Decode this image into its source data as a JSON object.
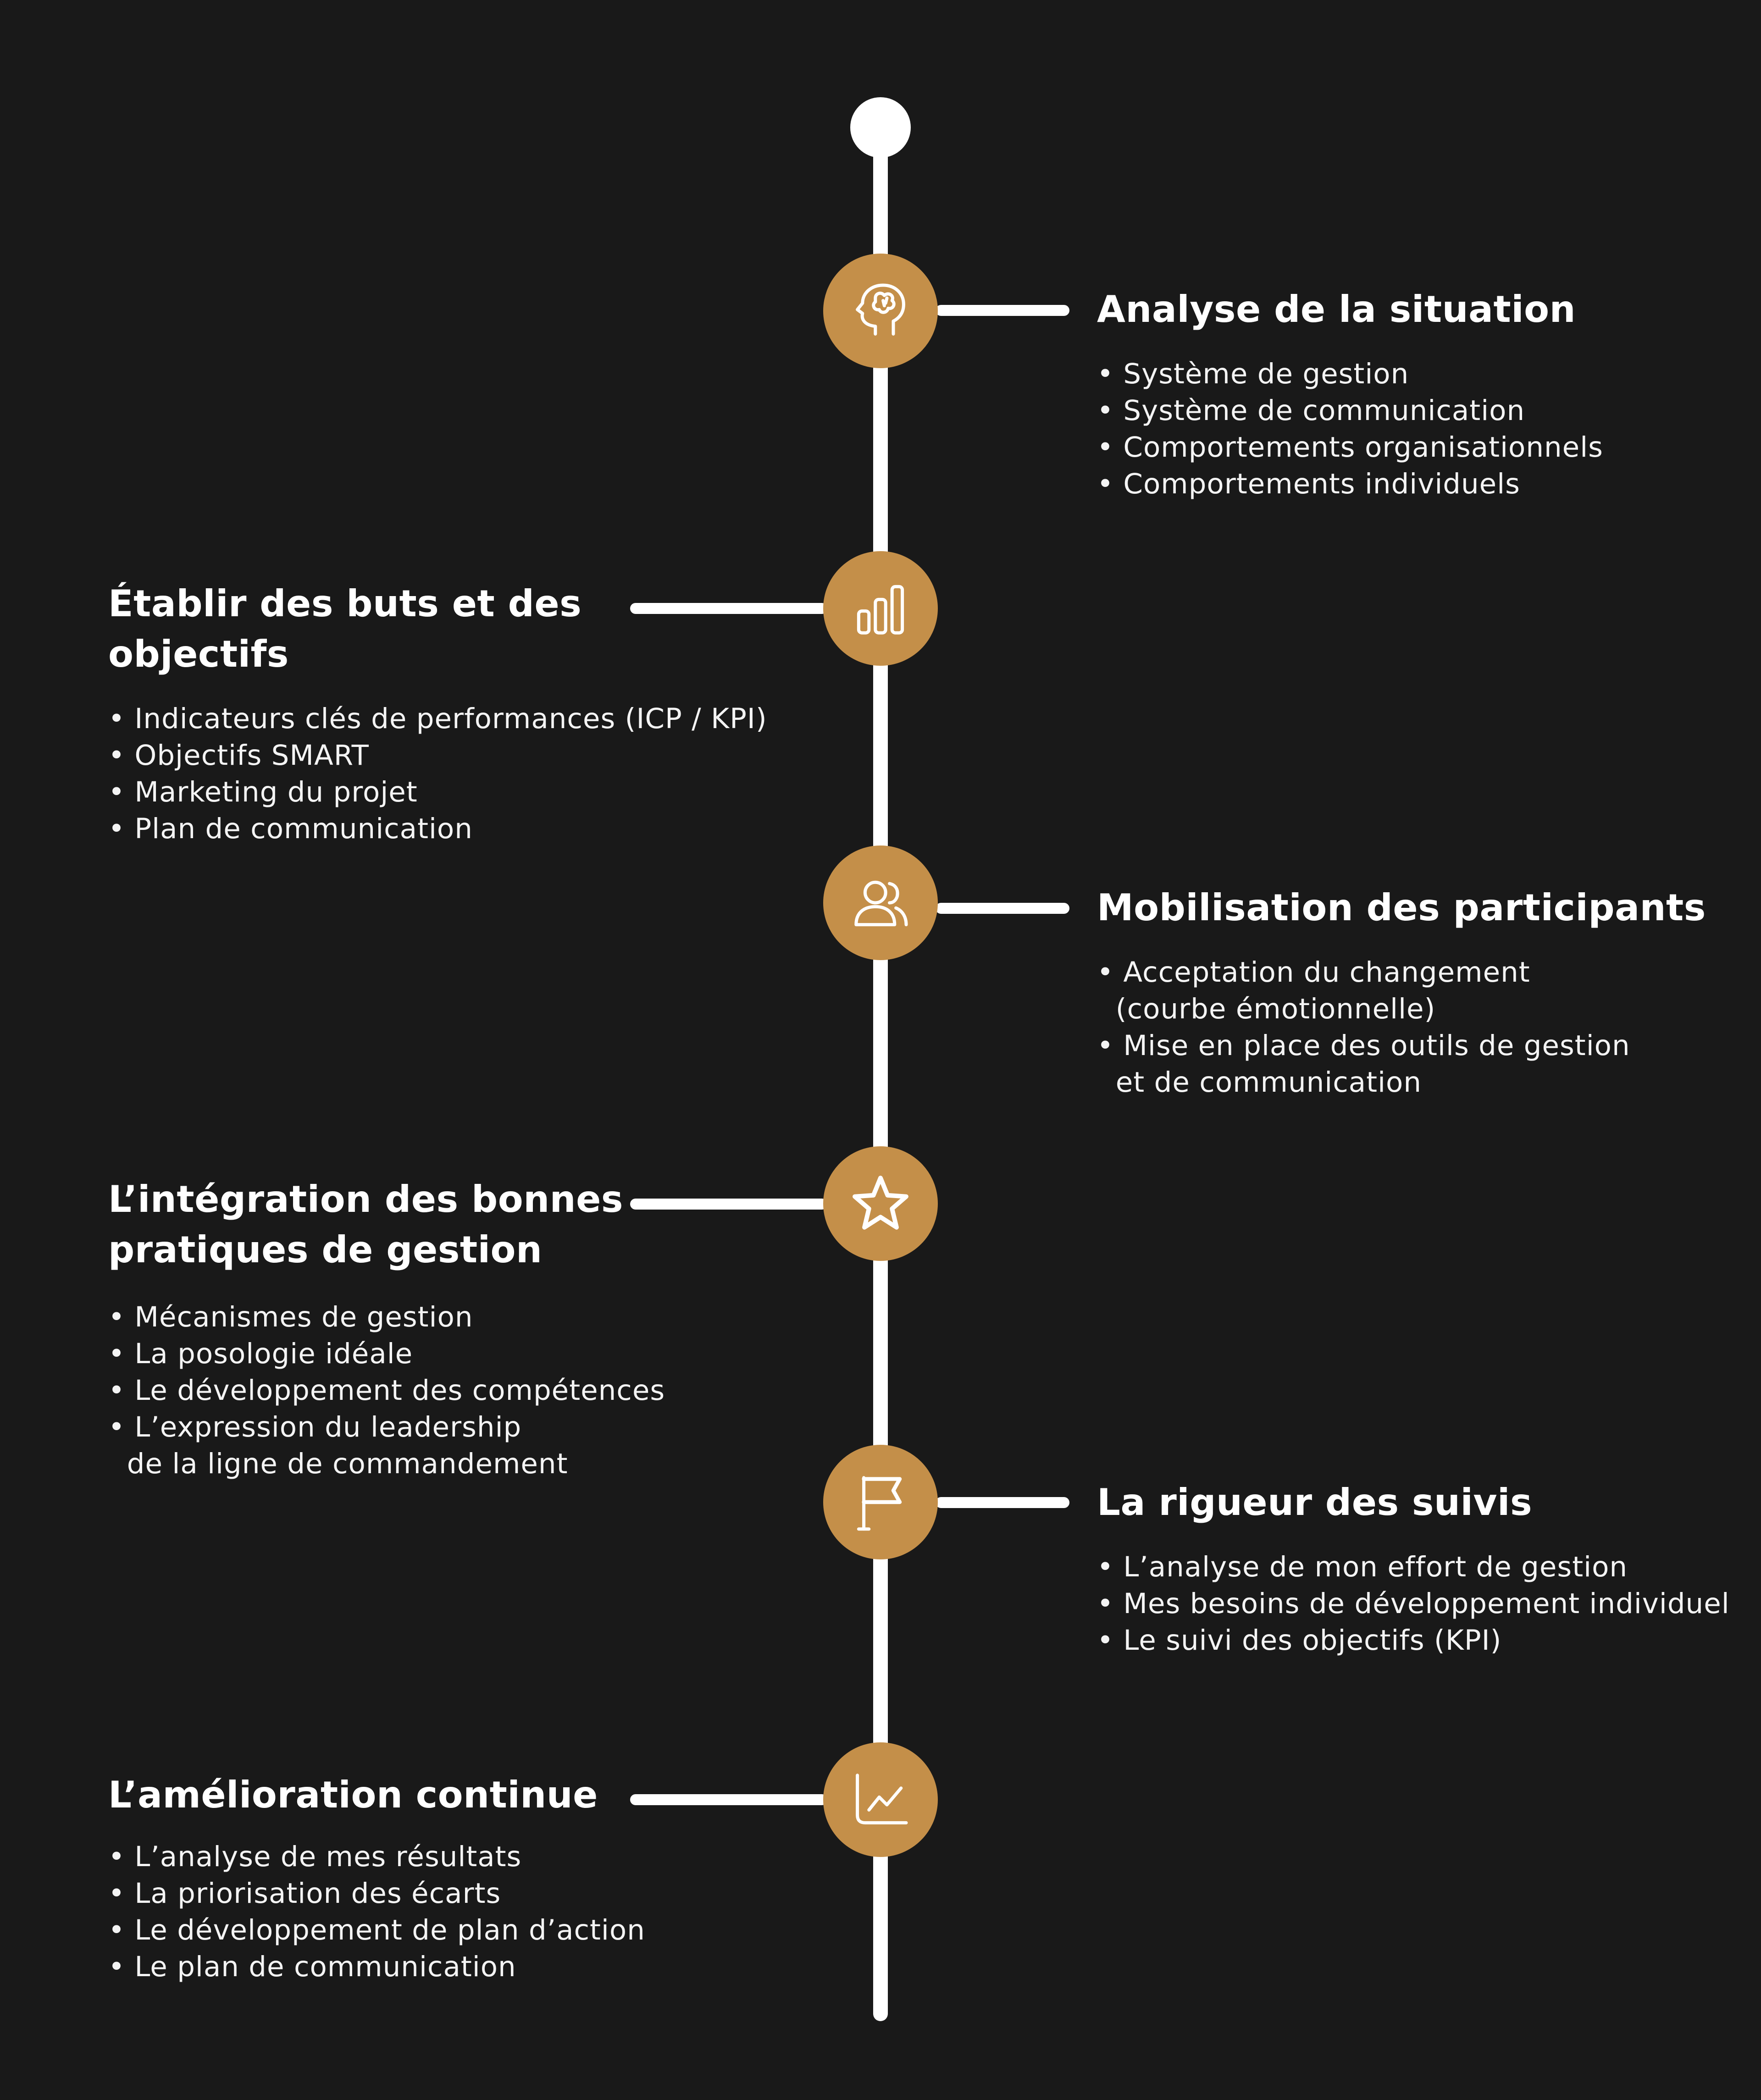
{
  "timeline": {
    "steps": [
      {
        "side": "right",
        "icon": "brain-head-icon",
        "title": "Analyse de la situation",
        "items": [
          "• Système de gestion",
          "• Système de communication",
          "• Comportements organisationnels",
          "• Comportements individuels"
        ]
      },
      {
        "side": "left",
        "icon": "bar-chart-icon",
        "title": "Établir des buts et des\nobjectifs",
        "items": [
          "• Indicateurs clés de performances (ICP / KPI)",
          "• Objectifs SMART",
          "• Marketing du projet",
          "• Plan de communication"
        ]
      },
      {
        "side": "right",
        "icon": "users-icon",
        "title": "Mobilisation des participants",
        "items": [
          "• Acceptation du changement\n  (courbe émotionnelle)",
          "• Mise en place des outils de gestion\n  et de communication"
        ]
      },
      {
        "side": "left",
        "icon": "star-icon",
        "title": "L’intégration des bonnes\npratiques de gestion",
        "items": [
          "• Mécanismes de gestion",
          "• La posologie idéale",
          "• Le développement des compétences",
          "• L’expression du leadership\n  de la ligne de commandement"
        ]
      },
      {
        "side": "right",
        "icon": "flag-icon",
        "title": "La rigueur des suivis",
        "items": [
          "• L’analyse de mon effort de gestion",
          "• Mes besoins de développement individuel",
          "• Le suivi des objectifs (KPI)"
        ]
      },
      {
        "side": "left",
        "icon": "line-chart-icon",
        "title": "L’amélioration continue",
        "items": [
          "• L’analyse de mes résultats",
          "• La priorisation des écarts",
          "• Le développement de plan d’action",
          "• Le plan de communication"
        ]
      }
    ]
  },
  "colors": {
    "background": "#191919",
    "accent": "#c48f49",
    "line": "#ffffff"
  }
}
